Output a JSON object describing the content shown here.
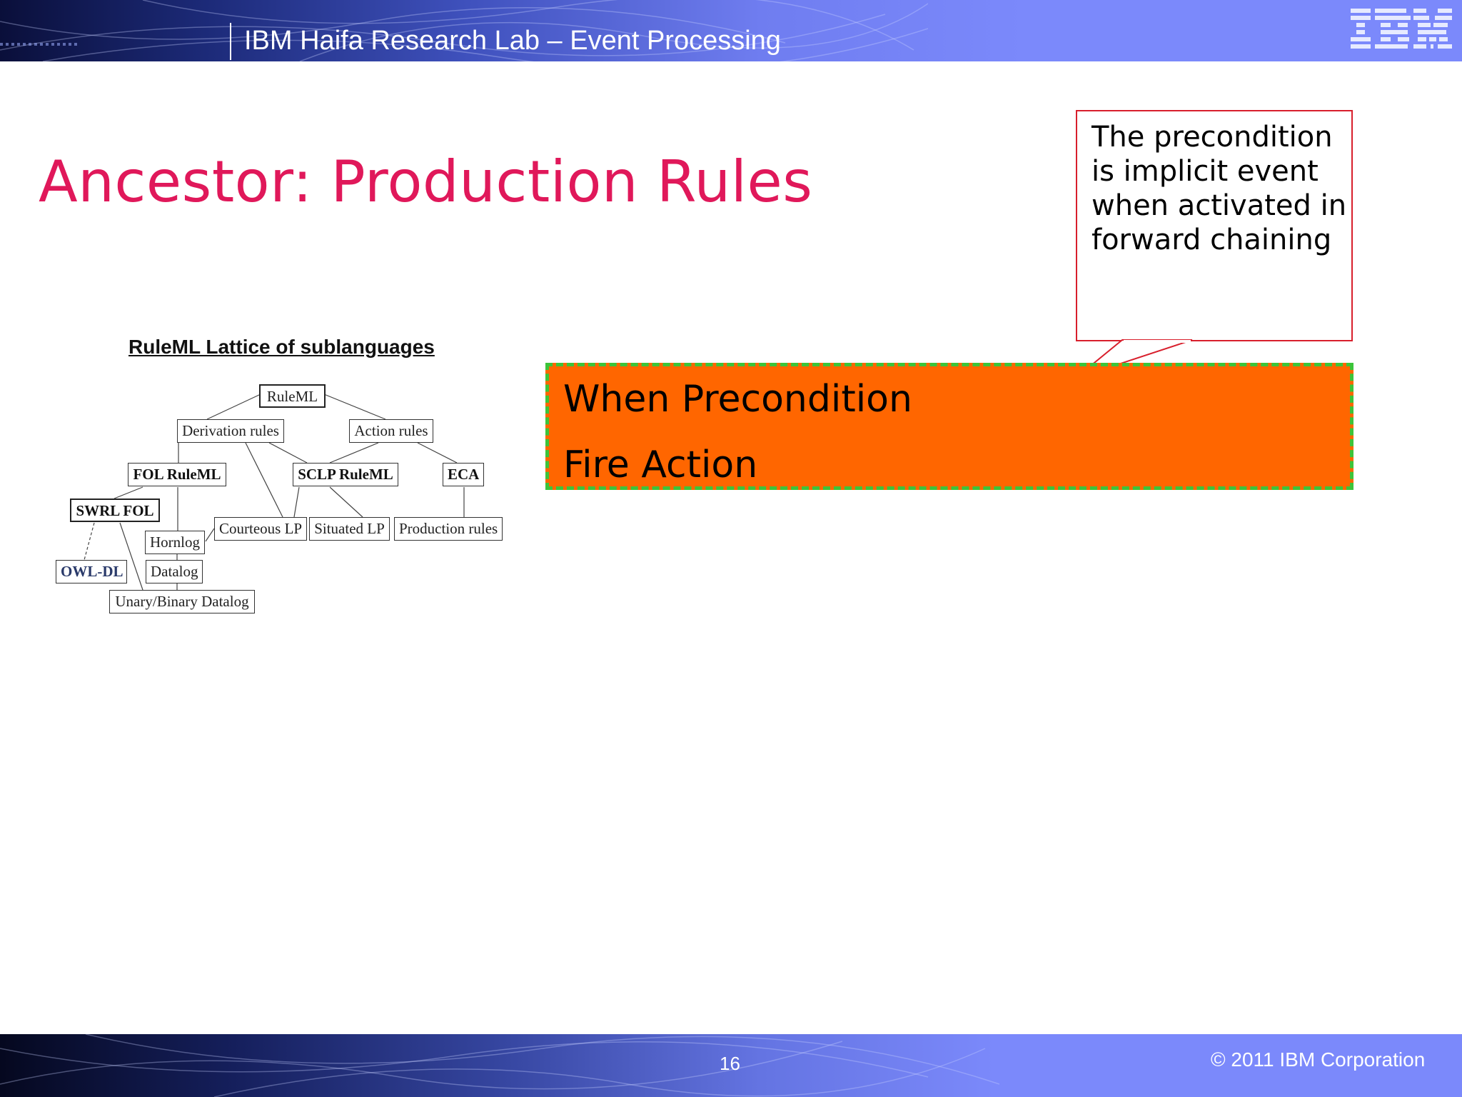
{
  "header": {
    "title": "IBM Haifa Research Lab – Event Processing",
    "logo": "IBM",
    "colors": {
      "band": "#7b89fb",
      "dark": "#0a0f3a"
    }
  },
  "slide": {
    "title": "Ancestor: Production Rules",
    "title_color": "#e0185a"
  },
  "callout": {
    "text": "The precondition is implicit event when activated in forward chaining",
    "border_color": "#d81f2c"
  },
  "rule_box": {
    "line1": "When Precondition",
    "line2": "Fire Action",
    "fill_color": "#ff6600",
    "border_color": "#3cc43a"
  },
  "lattice": {
    "caption": "RuleML Lattice of sublanguages",
    "nodes": {
      "ruleml": "RuleML",
      "derivation_rules": "Derivation rules",
      "action_rules": "Action rules",
      "fol_ruleml": "FOL RuleML",
      "sclp_ruleml": "SCLP RuleML",
      "eca": "ECA",
      "swrl_fol": "SWRL FOL",
      "hornlog": "Hornlog",
      "courteous_lp": "Courteous LP",
      "situated_lp": "Situated LP",
      "production_rules": "Production rules",
      "owl_dl": "OWL-DL",
      "datalog": "Datalog",
      "unary_binary_datalog": "Unary/Binary Datalog"
    }
  },
  "footer": {
    "page_number": "16",
    "copyright": "© 2011 IBM Corporation"
  }
}
